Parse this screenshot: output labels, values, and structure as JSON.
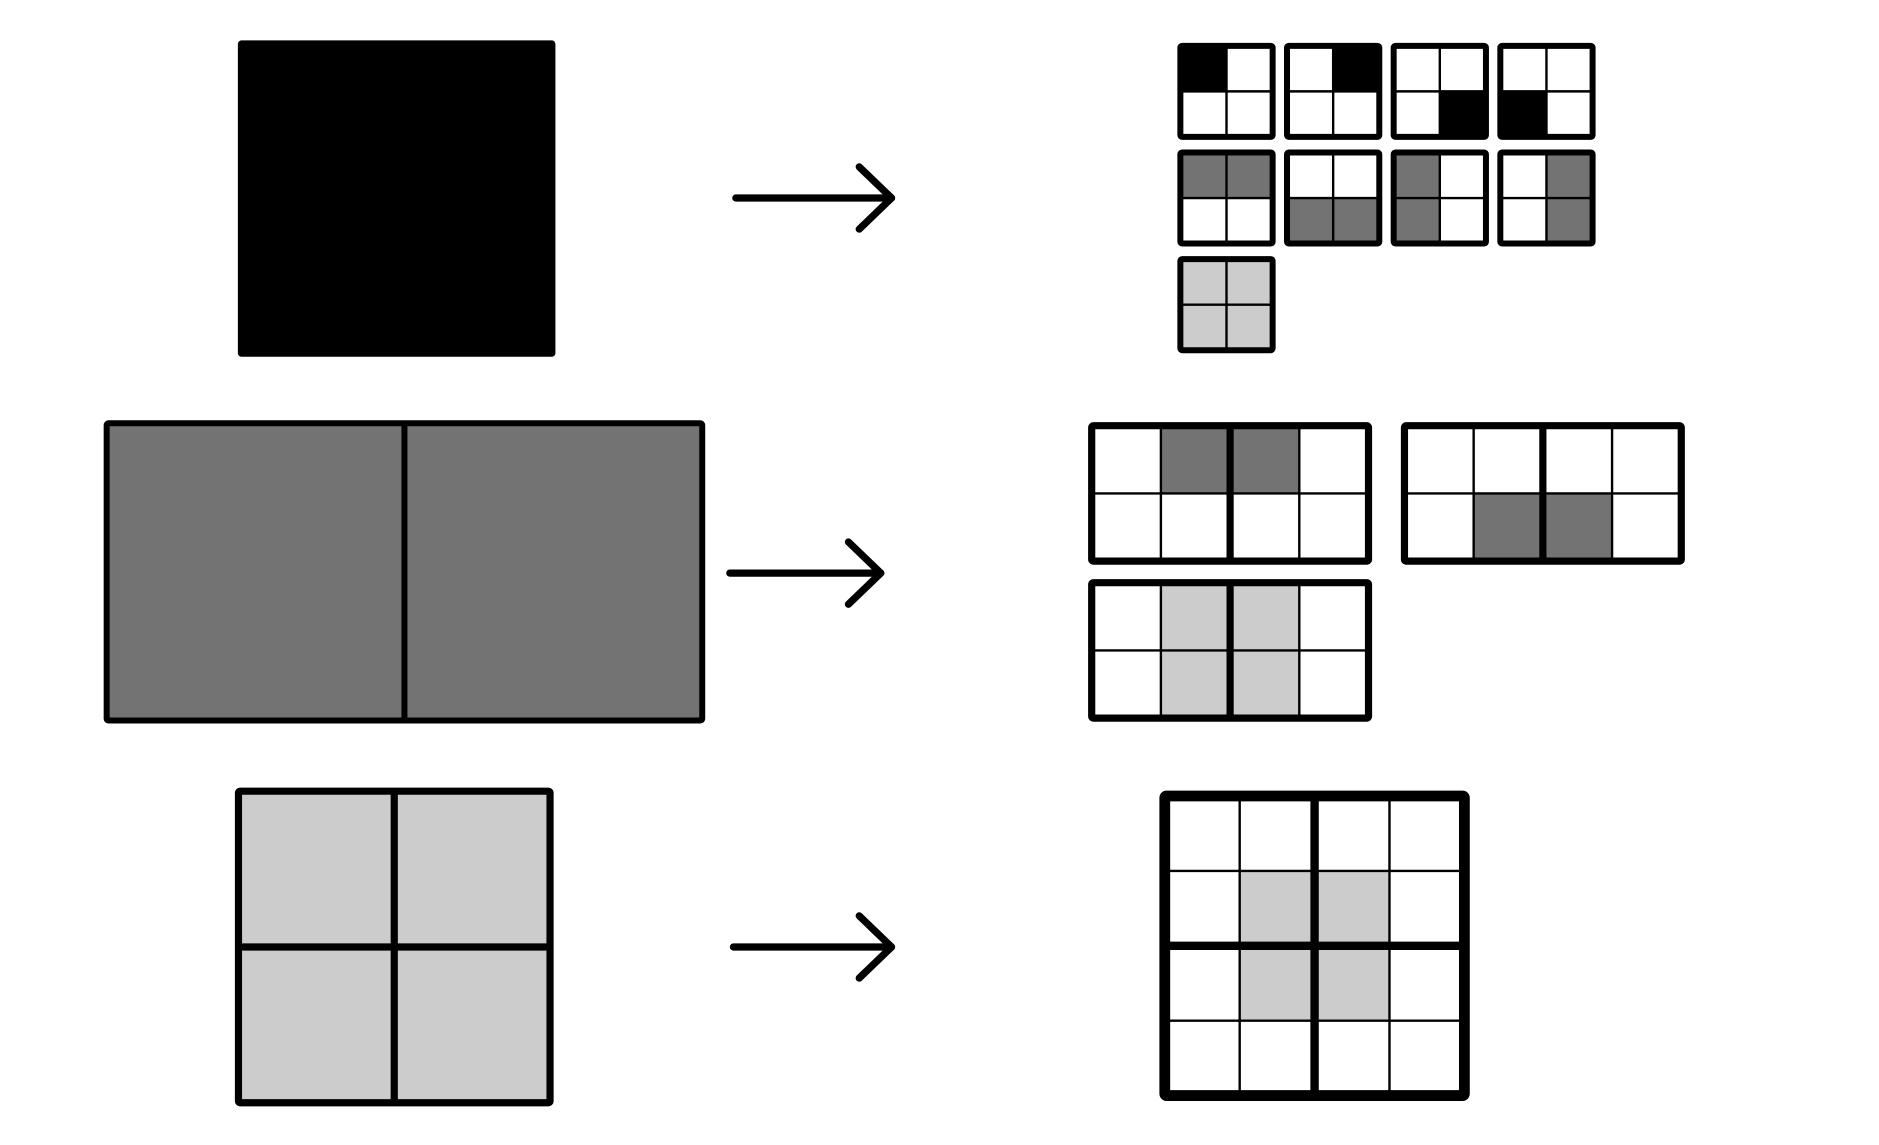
{
  "colors": {
    "black": "#000000",
    "dark_gray": "#737373",
    "light_gray": "#cccccc",
    "white": "#ffffff"
  },
  "rows": [
    {
      "source": {
        "cols": 1,
        "rows": 1,
        "cells": [
          [
            "B"
          ]
        ]
      },
      "results": [
        [
          [
            "B",
            "W"
          ],
          [
            "W",
            "W"
          ]
        ],
        [
          [
            "W",
            "B"
          ],
          [
            "W",
            "W"
          ]
        ],
        [
          [
            "W",
            "W"
          ],
          [
            "W",
            "B"
          ]
        ],
        [
          [
            "W",
            "W"
          ],
          [
            "B",
            "W"
          ]
        ],
        [
          [
            "D",
            "D"
          ],
          [
            "W",
            "W"
          ]
        ],
        [
          [
            "W",
            "W"
          ],
          [
            "D",
            "D"
          ]
        ],
        [
          [
            "D",
            "W"
          ],
          [
            "D",
            "W"
          ]
        ],
        [
          [
            "W",
            "D"
          ],
          [
            "W",
            "D"
          ]
        ],
        [
          [
            "L",
            "L"
          ],
          [
            "L",
            "L"
          ]
        ]
      ]
    },
    {
      "source": {
        "cols": 2,
        "rows": 1,
        "cells": [
          [
            "D",
            "D"
          ]
        ]
      },
      "results": [
        [
          [
            "W",
            "D",
            "D",
            "W"
          ],
          [
            "W",
            "W",
            "W",
            "W"
          ]
        ],
        [
          [
            "W",
            "W",
            "W",
            "W"
          ],
          [
            "W",
            "D",
            "D",
            "W"
          ]
        ],
        [
          [
            "W",
            "L",
            "L",
            "W"
          ],
          [
            "W",
            "L",
            "L",
            "W"
          ]
        ]
      ]
    },
    {
      "source": {
        "cols": 2,
        "rows": 2,
        "cells": [
          [
            "L",
            "L"
          ],
          [
            "L",
            "L"
          ]
        ]
      },
      "results": [
        [
          [
            "W",
            "W",
            "W",
            "W"
          ],
          [
            "W",
            "L",
            "L",
            "W"
          ],
          [
            "W",
            "L",
            "L",
            "W"
          ],
          [
            "W",
            "W",
            "W",
            "W"
          ]
        ]
      ]
    }
  ]
}
